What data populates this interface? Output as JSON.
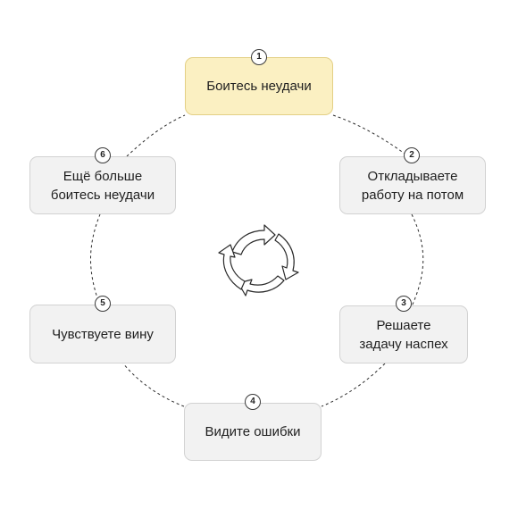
{
  "steps": [
    {
      "number": "1",
      "label": "Боитесь неудачи",
      "highlighted": true
    },
    {
      "number": "2",
      "label": "Откладываете\nработу на потом",
      "highlighted": false
    },
    {
      "number": "3",
      "label": "Решаете\nзадачу наспех",
      "highlighted": false
    },
    {
      "number": "4",
      "label": "Видите ошибки",
      "highlighted": false
    },
    {
      "number": "5",
      "label": "Чувствуете вину",
      "highlighted": false
    },
    {
      "number": "6",
      "label": "Ещё больше\nбоитесь неудачи",
      "highlighted": false
    }
  ],
  "center_icon": "cycle-arrows-icon",
  "colors": {
    "highlight_fill": "#fbf0c2",
    "box_fill": "#f2f2f2",
    "line": "#2b2b2b"
  }
}
